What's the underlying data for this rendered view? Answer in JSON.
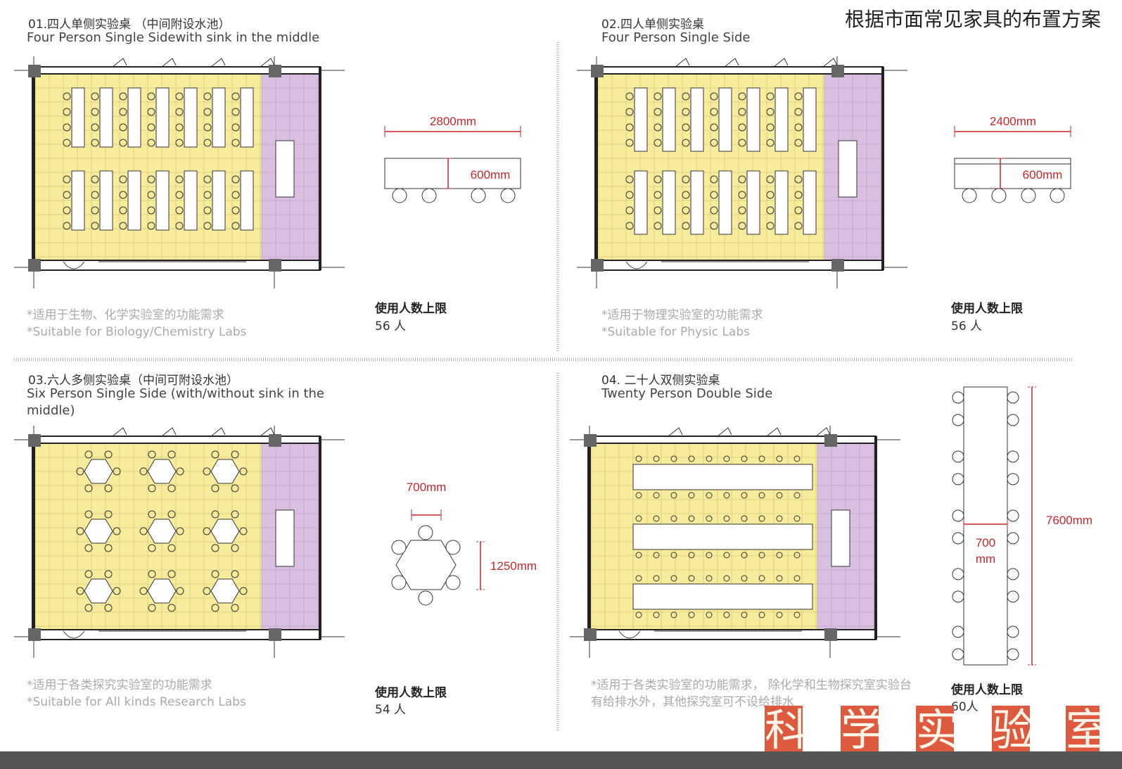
{
  "main_title": "根据市面常见家具的布置方案",
  "panels": [
    {
      "title_cn": "01.四人单侧实验桌   （中间附设水池）",
      "title_en": "Four Person Single Sidewith sink in the middle",
      "note_cn": "*适用于生物、化学实验室的功能需求",
      "note_en": "*Suitable for Biology/Chemistry Labs",
      "cap_label": "使用人数上限",
      "cap_value": "56 人",
      "dims": [
        "2800mm",
        "600mm"
      ]
    },
    {
      "title_cn": "02.四人单侧实验桌",
      "title_en": "Four Person Single Side",
      "note_cn": "*适用于物理实验室的功能需求",
      "note_en": "*Suitable for Physic Labs",
      "cap_label": "使用人数上限",
      "cap_value": "56 人",
      "dims": [
        "2400mm",
        "600mm"
      ]
    },
    {
      "title_cn": "03.六人多侧实验桌（中间可附设水池）",
      "title_en": "Six Person Single Side (with/without sink in the middle)",
      "note_cn": "*适用于各类探究实验室的功能需求",
      "note_en": "*Suitable for All kinds Research Labs",
      "cap_label": "使用人数上限",
      "cap_value": "54 人",
      "dims": [
        "700mm",
        "1250mm"
      ]
    },
    {
      "title_cn": "04. 二十人双侧实验桌",
      "title_en": "Twenty Person Double Side",
      "note_cn": "*适用于各类实验室的功能需求， 除化学和生物探究室实验台有给排水外，其他探究室可不设给排水",
      "note_en": "",
      "cap_label": "使用人数上限",
      "cap_value": "60人",
      "dims": [
        "700",
        "mm",
        "7600mm"
      ]
    }
  ],
  "banner": [
    "科",
    "学",
    "实",
    "验",
    "室"
  ],
  "colors": {
    "yellow": "#f7ec9c",
    "purple": "#d9bfe0",
    "dim": "#c8262b",
    "banner": "#de5a3e"
  }
}
